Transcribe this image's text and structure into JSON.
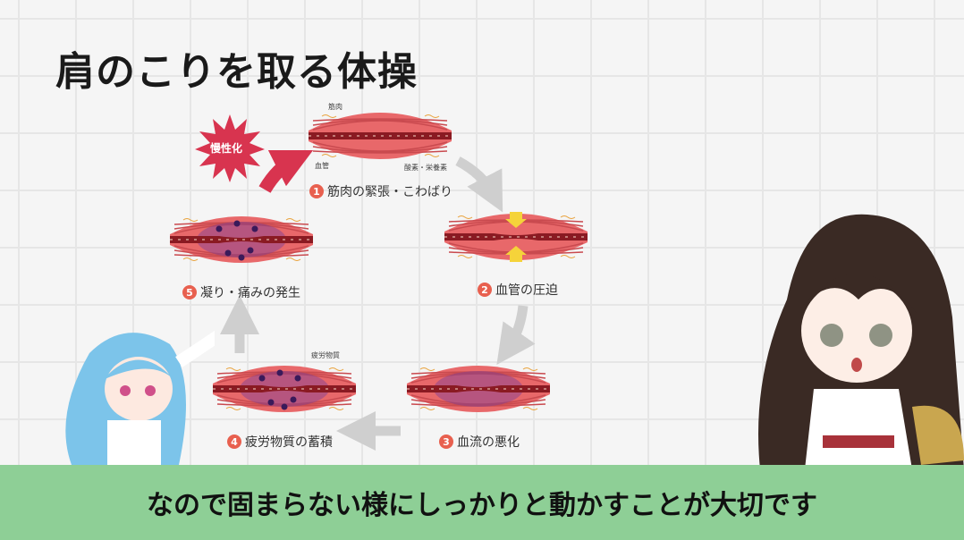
{
  "title": "肩のこりを取る体操",
  "diagram": {
    "chronic_label": "慢性化",
    "annotations": {
      "muscle": "筋肉",
      "vessel": "血管",
      "oxygen": "酸素・栄養素",
      "fatigue": "疲労物質"
    },
    "steps": [
      {
        "num": "1",
        "label": "筋肉の緊張・こわばり"
      },
      {
        "num": "2",
        "label": "血管の圧迫"
      },
      {
        "num": "3",
        "label": "血流の悪化"
      },
      {
        "num": "4",
        "label": "疲労物質の蓄積"
      },
      {
        "num": "5",
        "label": "凝り・痛みの発生"
      }
    ]
  },
  "subtitle": "なので固まらない様にしっかりと動かすことが大切です",
  "colors": {
    "banner": "#8ecf96",
    "accent": "#e8604f",
    "muscle": "#e8686a",
    "arrow_chronic": "#d8344f"
  }
}
